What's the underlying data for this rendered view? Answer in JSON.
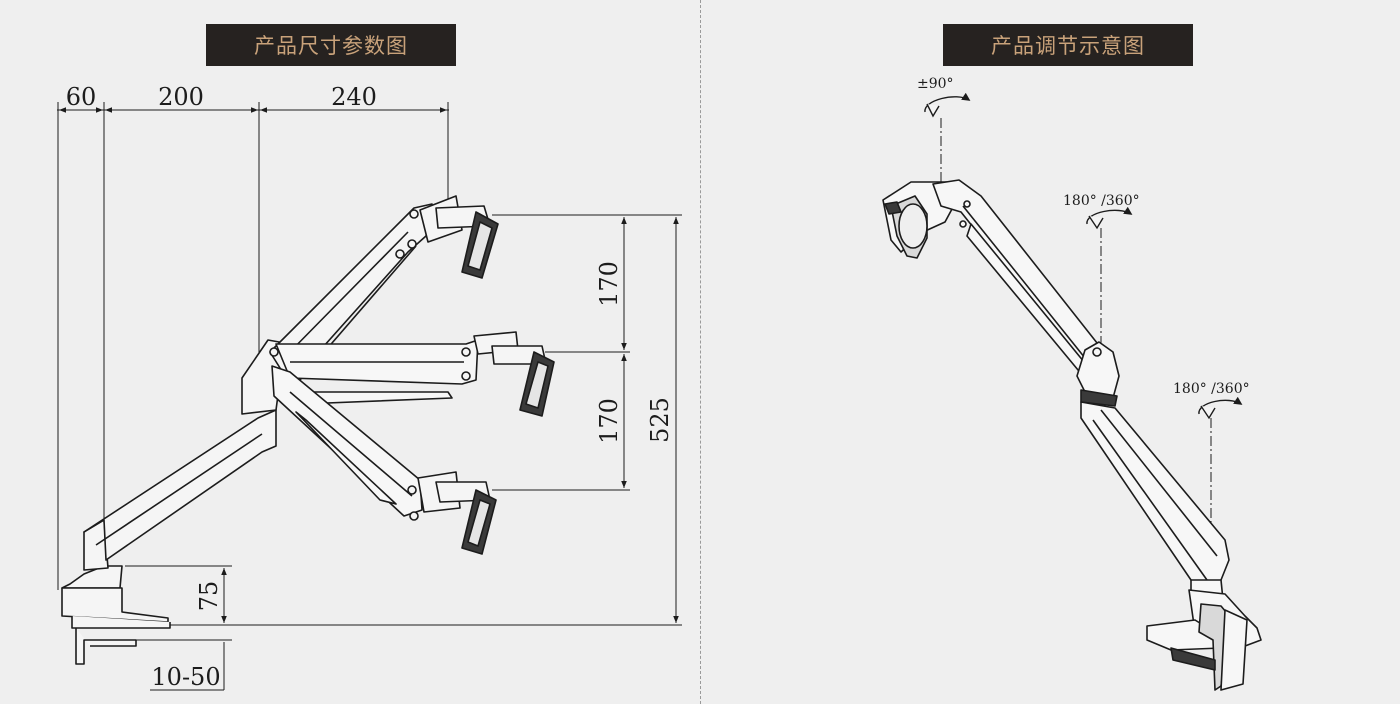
{
  "left": {
    "title": "产品尺寸参数图",
    "dimensions": {
      "w60": "60",
      "w200": "200",
      "w240": "240",
      "h170a": "170",
      "h170b": "170",
      "h525": "525",
      "h75": "75",
      "clamp": "10-50"
    }
  },
  "right": {
    "title": "产品调节示意图",
    "annotations": {
      "tilt": "±90°",
      "swivel_upper": "180°  /360°",
      "swivel_lower": "180°  /360°"
    }
  },
  "colors": {
    "background": "#efefef",
    "title_bg": "#262220",
    "title_text": "#c9a27a",
    "line": "#1c1c1c"
  }
}
